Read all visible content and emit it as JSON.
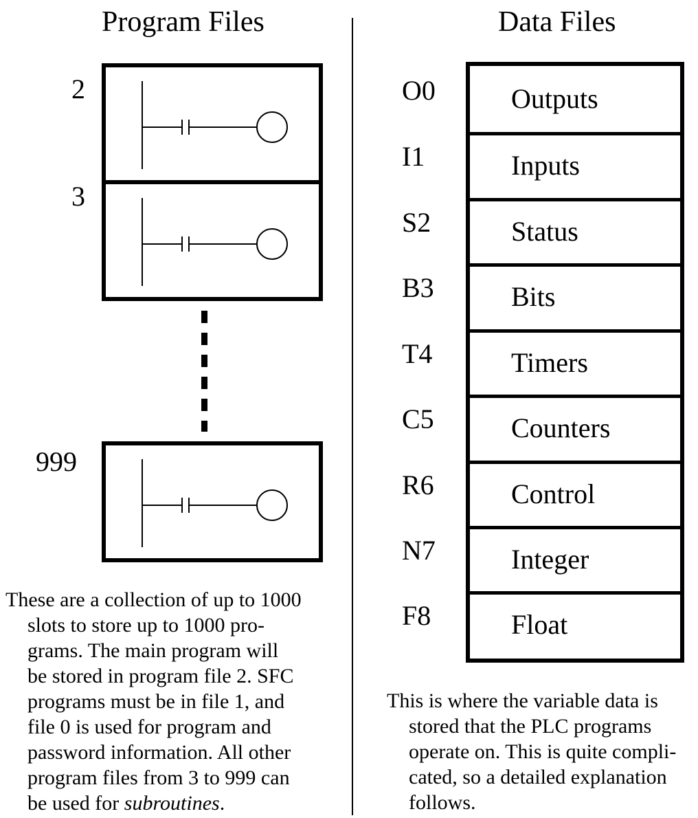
{
  "left": {
    "title": "Program Files",
    "files": [
      {
        "number": "2"
      },
      {
        "number": "3"
      },
      {
        "number": "999"
      }
    ],
    "description_lines": [
      "These are a collection of up to 1000",
      "slots to store up to 1000 pro-",
      "grams. The main program will",
      "be stored in program file 2. SFC",
      "programs must be in file 1, and",
      "file 0 is used for program and",
      "password information. All other",
      "program files from 3 to 999 can"
    ],
    "last_line_prefix": "be used for ",
    "last_line_emph": "subroutines",
    "last_line_suffix": "."
  },
  "right": {
    "title": "Data Files",
    "files": [
      {
        "code": "O0",
        "name": "Outputs"
      },
      {
        "code": "I1",
        "name": "Inputs"
      },
      {
        "code": "S2",
        "name": "Status"
      },
      {
        "code": "B3",
        "name": "Bits"
      },
      {
        "code": "T4",
        "name": "Timers"
      },
      {
        "code": "C5",
        "name": "Counters"
      },
      {
        "code": "R6",
        "name": "Control"
      },
      {
        "code": "N7",
        "name": "Integer"
      },
      {
        "code": "F8",
        "name": "Float"
      }
    ],
    "description_lines": [
      "This is where the variable data is",
      "stored that the PLC programs",
      "operate on. This is quite compli-",
      "cated, so a detailed explanation",
      "follows."
    ]
  }
}
